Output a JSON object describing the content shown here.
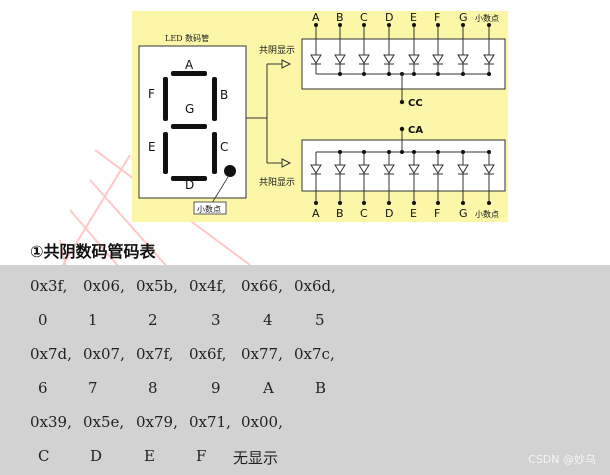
{
  "diagram": {
    "title": "LED 数码管",
    "segments": [
      "A",
      "B",
      "C",
      "D",
      "E",
      "F",
      "G"
    ],
    "decimal_point_label": "小数点",
    "common_cathode_label": "共阴显示",
    "common_anode_label": "共阳显示",
    "cc_label": "CC",
    "ca_label": "CA",
    "pin_labels": [
      "A",
      "B",
      "C",
      "D",
      "E",
      "F",
      "G",
      "小数点"
    ],
    "background_color": "#fcf7a8"
  },
  "section": {
    "heading": "①共阴数码管码表"
  },
  "code_table": {
    "rows": [
      {
        "codes": [
          "0x3f,",
          "0x06,",
          "0x5b,",
          "0x4f,",
          "0x66,",
          "0x6d,"
        ],
        "labels": [
          "0",
          "1",
          "2",
          "3",
          "4",
          "5"
        ]
      },
      {
        "codes": [
          "0x7d,",
          "0x07,",
          "0x7f,",
          "0x6f,",
          "0x77,",
          "0x7c,"
        ],
        "labels": [
          "6",
          "7",
          "8",
          "9",
          "A",
          "B"
        ]
      },
      {
        "codes": [
          "0x39,",
          "0x5e,",
          "0x79,",
          "0x71,",
          "0x00,"
        ],
        "labels": [
          "C",
          "D",
          "E",
          "F",
          "无显示"
        ]
      }
    ],
    "background_color": "#d2d2d2"
  },
  "watermark": "CSDN @妙乌"
}
